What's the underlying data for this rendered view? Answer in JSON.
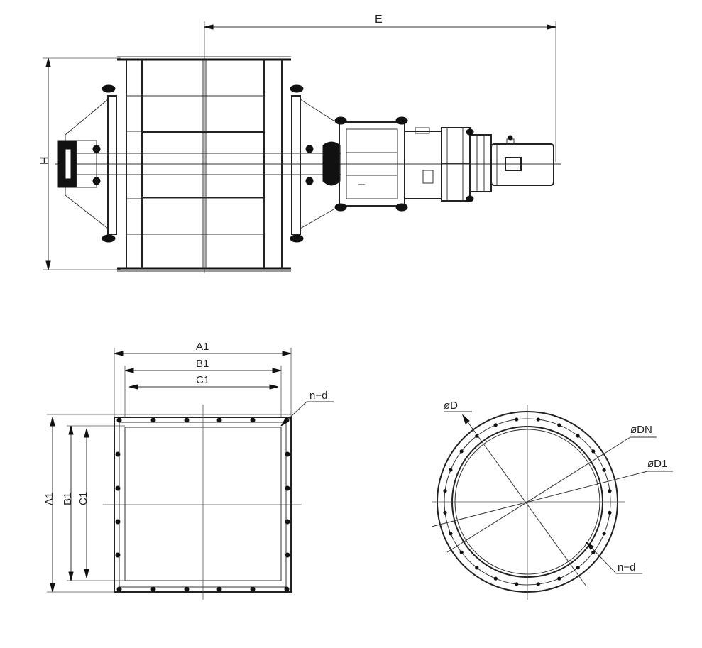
{
  "labels": {
    "E": "E",
    "H": "H",
    "A1": "A1",
    "B1": "B1",
    "C1": "C1",
    "nd_square": "n−d",
    "A1_v": "A1",
    "B1_v": "B1",
    "C1_v": "C1",
    "phiD": "øD",
    "phiDN": "øDN",
    "phiD1": "øD1",
    "nd_round": "n−d"
  }
}
